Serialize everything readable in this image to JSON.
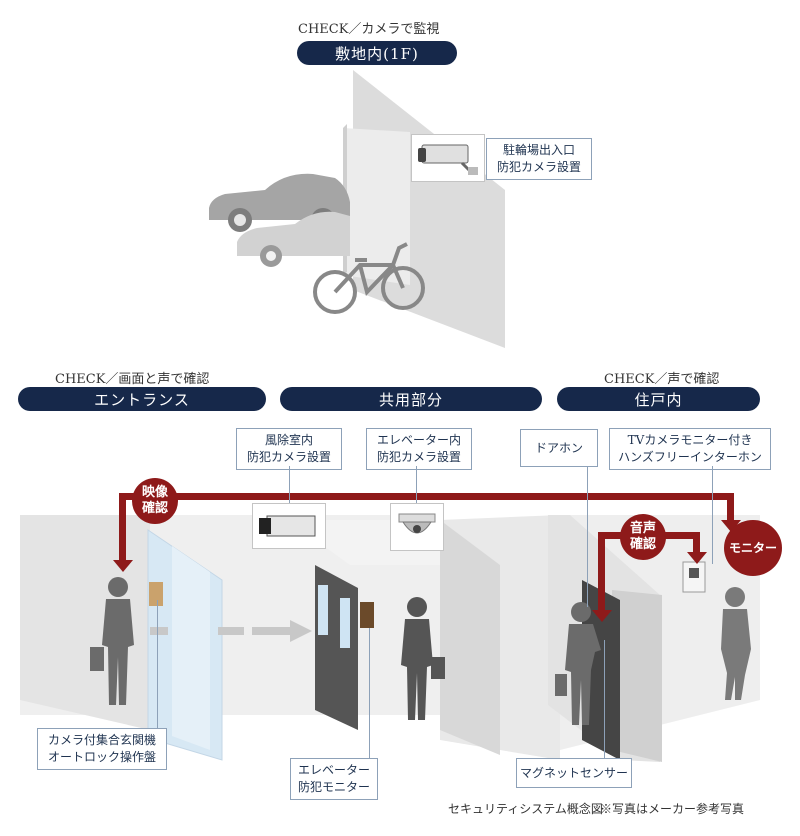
{
  "top": {
    "check_label": "CHECK／カメラで監視",
    "section_title": "敷地内(1F)",
    "callout_camera": [
      "駐輪場出入口",
      "防犯カメラ設置"
    ]
  },
  "sections": {
    "entrance": {
      "check_label": "CHECK／画面と声で確認",
      "title": "エントランス"
    },
    "common": {
      "title": "共用部分"
    },
    "unit": {
      "check_label": "CHECK／声で確認",
      "title": "住戸内"
    }
  },
  "callouts": {
    "windbreak_camera": [
      "風除室内",
      "防犯カメラ設置"
    ],
    "elevator_camera": [
      "エレベーター内",
      "防犯カメラ設置"
    ],
    "doorphone": [
      "ドアホン"
    ],
    "tv_intercom": [
      "TVカメラモニター付き",
      "ハンズフリーインターホン"
    ],
    "auto_lock_panel": [
      "カメラ付集合玄関機",
      "オートロック操作盤"
    ],
    "elevator_monitor": [
      "エレベーター",
      "防犯モニター"
    ],
    "magnet_sensor": [
      "マグネットセンサー"
    ]
  },
  "badges": {
    "video_check": [
      "映像",
      "確認"
    ],
    "voice_check": [
      "音声",
      "確認"
    ],
    "monitor": "モニター"
  },
  "footer": {
    "caption": "セキュリティシステム概念図",
    "note": "※写真はメーカー参考写真"
  },
  "colors": {
    "navy": "#16284a",
    "accent_red": "#8e1a1a",
    "callout_border": "#8da1b8"
  }
}
